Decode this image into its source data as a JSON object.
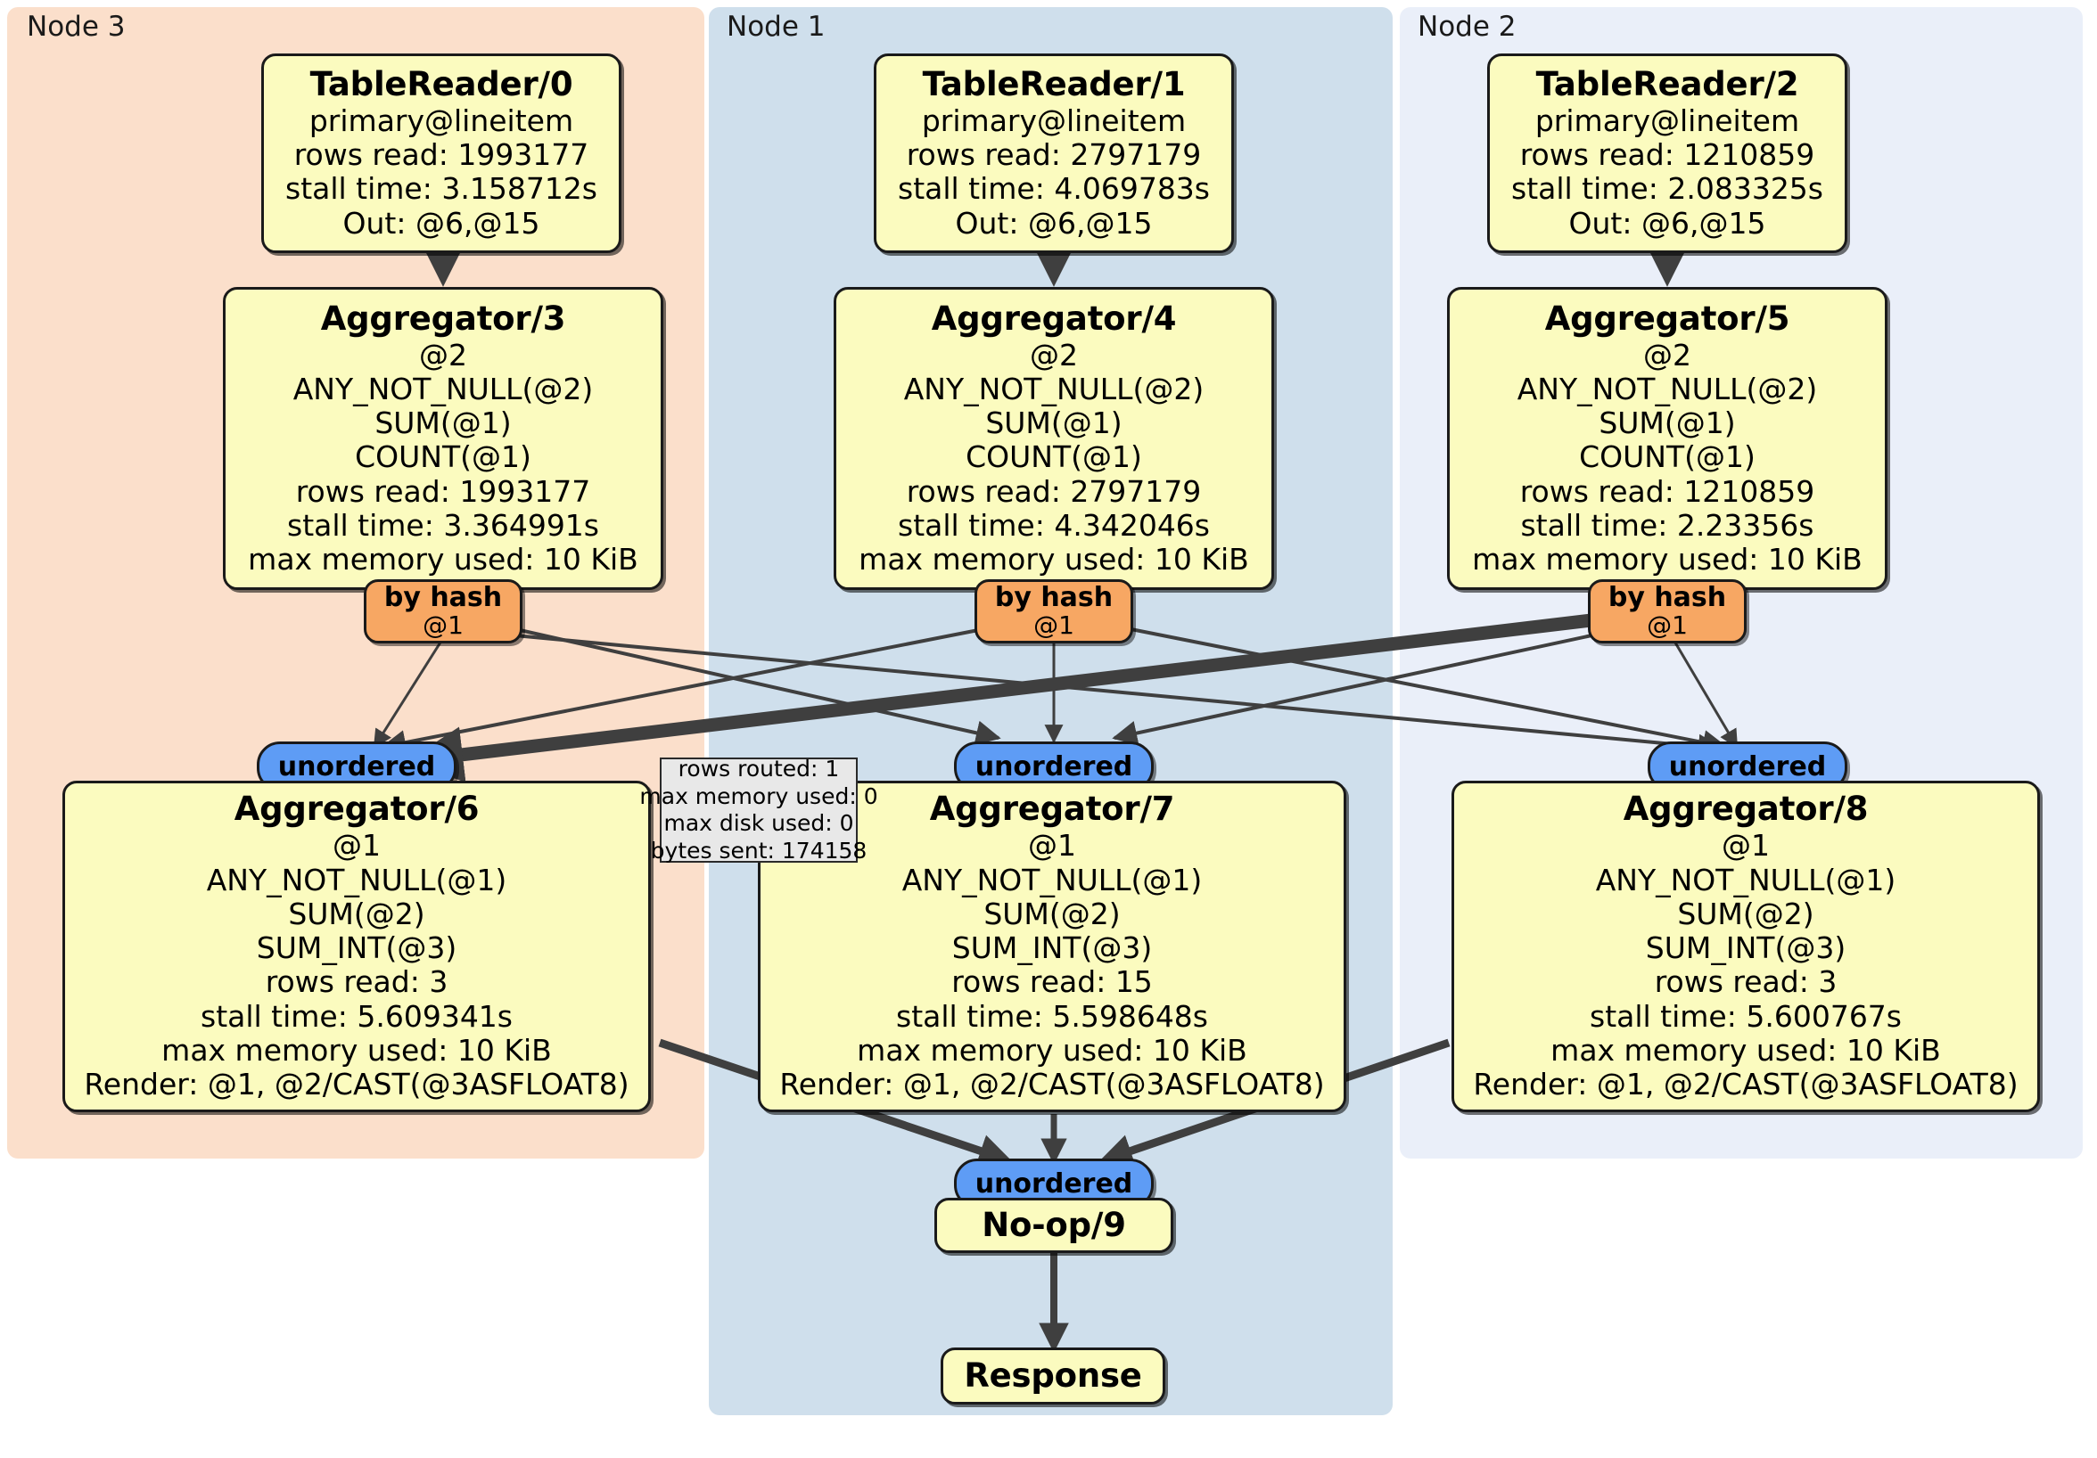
{
  "diagram": {
    "type": "query-execution-plan-flow",
    "clusters": [
      {
        "id": "node3",
        "label": "Node 3",
        "color": "#fbdfcb"
      },
      {
        "id": "node1",
        "label": "Node 1",
        "color": "#cfdfec"
      },
      {
        "id": "node2",
        "label": "Node 2",
        "color": "#eaeff9"
      }
    ],
    "nodes": {
      "table_reader_0": {
        "title": "TableReader/0",
        "lines": [
          "primary@lineitem",
          "rows read: 1993177",
          "stall time: 3.158712s",
          "Out: @6,@15"
        ]
      },
      "table_reader_1": {
        "title": "TableReader/1",
        "lines": [
          "primary@lineitem",
          "rows read: 2797179",
          "stall time: 4.069783s",
          "Out: @6,@15"
        ]
      },
      "table_reader_2": {
        "title": "TableReader/2",
        "lines": [
          "primary@lineitem",
          "rows read: 1210859",
          "stall time: 2.083325s",
          "Out: @6,@15"
        ]
      },
      "aggregator_3": {
        "title": "Aggregator/3",
        "lines": [
          "@2",
          "ANY_NOT_NULL(@2)",
          "SUM(@1)",
          "COUNT(@1)",
          "rows read: 1993177",
          "stall time: 3.364991s",
          "max memory used: 10 KiB"
        ]
      },
      "aggregator_4": {
        "title": "Aggregator/4",
        "lines": [
          "@2",
          "ANY_NOT_NULL(@2)",
          "SUM(@1)",
          "COUNT(@1)",
          "rows read: 2797179",
          "stall time: 4.342046s",
          "max memory used: 10 KiB"
        ]
      },
      "aggregator_5": {
        "title": "Aggregator/5",
        "lines": [
          "@2",
          "ANY_NOT_NULL(@2)",
          "SUM(@1)",
          "COUNT(@1)",
          "rows read: 1210859",
          "stall time: 2.23356s",
          "max memory used: 10 KiB"
        ]
      },
      "aggregator_6": {
        "title": "Aggregator/6",
        "lines": [
          "@1",
          "ANY_NOT_NULL(@1)",
          "SUM(@2)",
          "SUM_INT(@3)",
          "rows read: 3",
          "stall time: 5.609341s",
          "max memory used: 10 KiB",
          "Render: @1, @2/CAST(@3ASFLOAT8)"
        ]
      },
      "aggregator_7": {
        "title": "Aggregator/7",
        "lines": [
          "@1",
          "ANY_NOT_NULL(@1)",
          "SUM(@2)",
          "SUM_INT(@3)",
          "rows read: 15",
          "stall time: 5.598648s",
          "max memory used: 10 KiB",
          "Render: @1, @2/CAST(@3ASFLOAT8)"
        ]
      },
      "aggregator_8": {
        "title": "Aggregator/8",
        "lines": [
          "@1",
          "ANY_NOT_NULL(@1)",
          "SUM(@2)",
          "SUM_INT(@3)",
          "rows read: 3",
          "stall time: 5.600767s",
          "max memory used: 10 KiB",
          "Render: @1, @2/CAST(@3ASFLOAT8)"
        ]
      },
      "noop_9": {
        "title": "No-op/9",
        "lines": []
      },
      "response": {
        "title": "Response",
        "lines": []
      }
    },
    "routers": [
      {
        "id": "byhash_3",
        "title": "by hash",
        "sub": "@1"
      },
      {
        "id": "byhash_4",
        "title": "by hash",
        "sub": "@1"
      },
      {
        "id": "byhash_5",
        "title": "by hash",
        "sub": "@1"
      }
    ],
    "receivers": [
      {
        "id": "unordered_6",
        "title": "unordered"
      },
      {
        "id": "unordered_7",
        "title": "unordered"
      },
      {
        "id": "unordered_8",
        "title": "unordered"
      },
      {
        "id": "unordered_9",
        "title": "unordered"
      }
    ],
    "edge_stats": {
      "lines": [
        "rows routed: 1",
        "max memory used: 0",
        "max disk used: 0",
        "bytes sent: 174158"
      ]
    },
    "colors": {
      "node_fill": "#fbfbbf",
      "router_fill": "#f7a763",
      "receiver_fill": "#5e9cf5",
      "stats_fill": "#e8e8e8",
      "edge_stroke": "#3f3f3f",
      "cluster_node3": "#fbdfcb",
      "cluster_node1": "#cfdfec",
      "cluster_node2": "#eaeff9"
    }
  }
}
